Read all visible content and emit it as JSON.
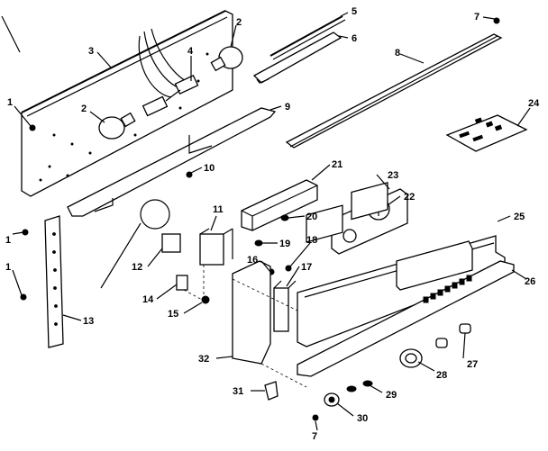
{
  "diagram": {
    "callouts": [
      {
        "id": "c1a",
        "text": "1"
      },
      {
        "id": "c1b",
        "text": "1"
      },
      {
        "id": "c1c",
        "text": "1"
      },
      {
        "id": "c2a",
        "text": "2"
      },
      {
        "id": "c2b",
        "text": "2"
      },
      {
        "id": "c3",
        "text": "3"
      },
      {
        "id": "c4",
        "text": "4"
      },
      {
        "id": "c5",
        "text": "5"
      },
      {
        "id": "c6",
        "text": "6"
      },
      {
        "id": "c7a",
        "text": "7"
      },
      {
        "id": "c7b",
        "text": "7"
      },
      {
        "id": "c8",
        "text": "8"
      },
      {
        "id": "c9",
        "text": "9"
      },
      {
        "id": "c10",
        "text": "10"
      },
      {
        "id": "c11",
        "text": "11"
      },
      {
        "id": "c12",
        "text": "12"
      },
      {
        "id": "c13",
        "text": "13"
      },
      {
        "id": "c14",
        "text": "14"
      },
      {
        "id": "c15",
        "text": "15"
      },
      {
        "id": "c16",
        "text": "16"
      },
      {
        "id": "c17",
        "text": "17"
      },
      {
        "id": "c18",
        "text": "18"
      },
      {
        "id": "c19",
        "text": "19"
      },
      {
        "id": "c20",
        "text": "20"
      },
      {
        "id": "c21",
        "text": "21"
      },
      {
        "id": "c22",
        "text": "22"
      },
      {
        "id": "c23",
        "text": "23"
      },
      {
        "id": "c24",
        "text": "24"
      },
      {
        "id": "c25",
        "text": "25"
      },
      {
        "id": "c26",
        "text": "26"
      },
      {
        "id": "c27",
        "text": "27"
      },
      {
        "id": "c28",
        "text": "28"
      },
      {
        "id": "c29",
        "text": "29"
      },
      {
        "id": "c30",
        "text": "30"
      },
      {
        "id": "c31",
        "text": "31"
      },
      {
        "id": "c32",
        "text": "32"
      }
    ]
  }
}
